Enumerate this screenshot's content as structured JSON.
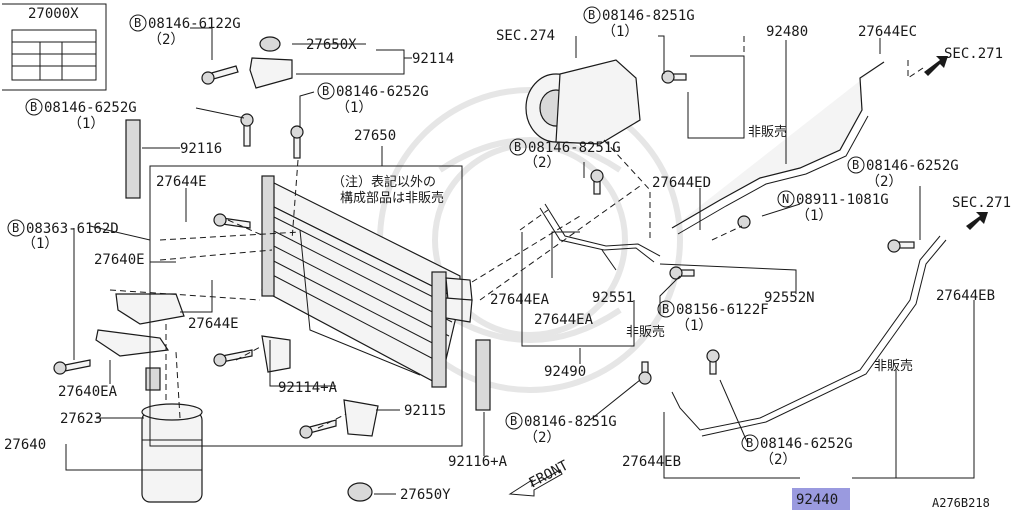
{
  "labels": {
    "p27000x": "27000X",
    "b1": "08146-6122G",
    "b1q": "（2）",
    "p27650x": "27650X",
    "p92114": "92114",
    "b2": "08146-6252G",
    "b2q": "（1）",
    "b3": "08146-6252G",
    "b3q": "（1）",
    "p92116": "92116",
    "p27650": "27650",
    "p27644e_a": "27644E",
    "note1": "（注）表記以外の",
    "note2": "構成部品は非販売",
    "b4": "08363-6162D",
    "b4q": "（1）",
    "p27640e": "27640E",
    "p27644e_b": "27644E",
    "p27640ea": "27640EA",
    "p92114a": "92114+A",
    "p27623": "27623",
    "p92115": "92115",
    "p27640": "27640",
    "p92116a": "92116+A",
    "p27650y": "27650Y",
    "sec274": "SEC.274",
    "b5": "08146-8251G",
    "b5q": "（1）",
    "p92480": "92480",
    "p27644ec": "27644EC",
    "sec271a": "SEC.271",
    "notsold1": "非販売",
    "b6": "08146-8251G",
    "b6q": "（2）",
    "p27644ed": "27644ED",
    "b7": "08146-6252G",
    "b7q": "（2）",
    "n1": "08911-1081G",
    "n1q": "（1）",
    "sec271b": "SEC.271",
    "p27644ea_a": "27644EA",
    "p92551": "92551",
    "p92552n": "92552N",
    "p27644eb_a": "27644EB",
    "p27644ea_b": "27644EA",
    "b8": "08156-6122F",
    "b8q": "（1）",
    "notsold2": "非販売",
    "notsold3": "非販売",
    "p92490": "92490",
    "b9": "08146-8251G",
    "b9q": "（2）",
    "b10": "08146-6252G",
    "b10q": "（2）",
    "p27644eb_b": "27644EB",
    "front": "FRONT",
    "p92440": "92440",
    "ref": "A276B218"
  },
  "highlight_color": "#9a9adf"
}
